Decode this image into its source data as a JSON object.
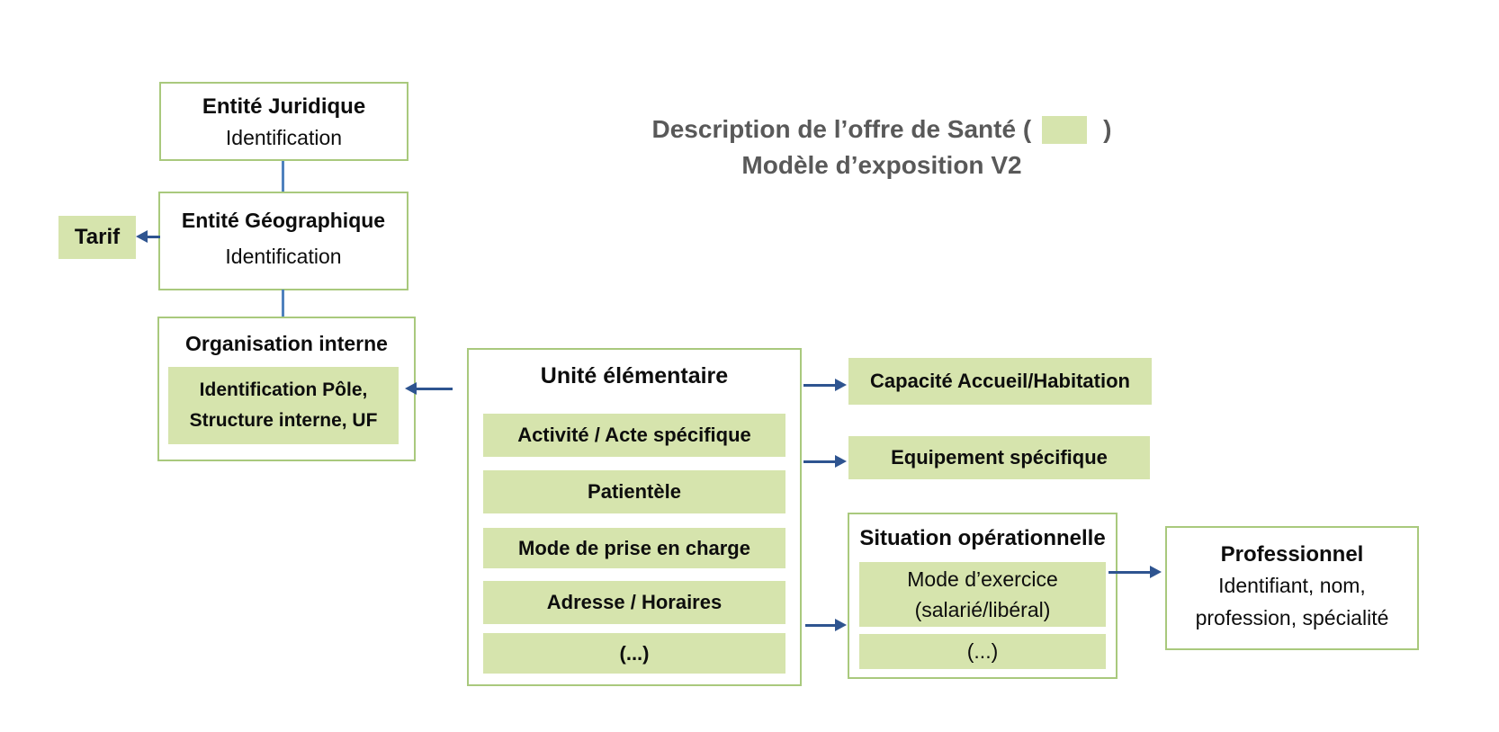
{
  "colors": {
    "green_fill": "#d6e4ad",
    "green_border": "#a9c97d",
    "arrow_navy": "#2e5490",
    "connector_blue": "#4f81bd",
    "title_gray": "#595959",
    "text_black": "#0d0d0d"
  },
  "diagram": {
    "title": {
      "line1_before_swatch": "Description de l’offre de Santé (",
      "line1_after_swatch": ")",
      "line2": "Modèle d’exposition V2",
      "swatch_meaning": "green-highlight-swatch"
    },
    "boxes": {
      "entite_juridique": {
        "title": "Entité Juridique",
        "subtitle": "Identification"
      },
      "entite_geographique": {
        "title": "Entité Géographique",
        "subtitle": "Identification"
      },
      "tarif": {
        "label": "Tarif"
      },
      "organisation_interne": {
        "title": "Organisation interne",
        "item": "Identification Pôle, Structure interne, UF"
      },
      "unite_elementaire": {
        "title": "Unité élémentaire",
        "items": [
          "Activité / Acte spécifique",
          "Patientèle",
          "Mode de prise en charge",
          "Adresse / Horaires",
          "(...)"
        ]
      },
      "capacite": {
        "label": "Capacité Accueil/Habitation"
      },
      "equipement": {
        "label": "Equipement spécifique"
      },
      "situation_operationnelle": {
        "title": "Situation opérationnelle",
        "items": [
          "Mode d’exercice (salarié/libéral)",
          "(...)"
        ]
      },
      "professionnel": {
        "title": "Professionnel",
        "subtitle": "Identifiant, nom, profession, spécialité"
      }
    }
  }
}
